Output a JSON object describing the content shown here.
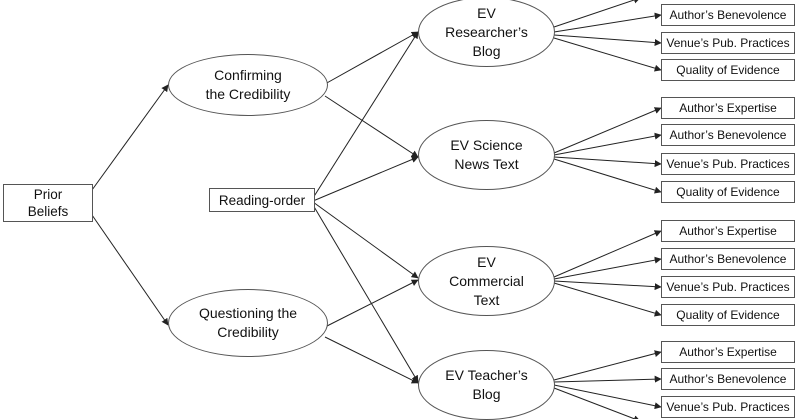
{
  "nodes": {
    "prior_beliefs": "Prior\nBeliefs",
    "reading_order": "Reading-order",
    "confirming": "Confirming\nthe Credibility",
    "questioning": "Questioning the\nCredibility",
    "ev_researcher": "EV\nResearcher’s\nBlog",
    "ev_science": "EV Science\nNews Text",
    "ev_commercial": "EV\nCommercial\nText",
    "ev_teacher": "EV Teacher’s\nBlog"
  },
  "outcomes": {
    "researcher": [
      "Author’s Benevolence",
      "Venue’s Pub. Practices",
      "Quality of Evidence"
    ],
    "science": [
      "Author’s Expertise",
      "Author’s Benevolence",
      "Venue’s Pub. Practices",
      "Quality of Evidence"
    ],
    "commercial": [
      "Author’s Expertise",
      "Author’s Benevolence",
      "Venue’s Pub. Practices",
      "Quality of Evidence"
    ],
    "teacher": [
      "Author’s Expertise",
      "Author’s Benevolence",
      "Venue’s Pub. Practices"
    ]
  }
}
